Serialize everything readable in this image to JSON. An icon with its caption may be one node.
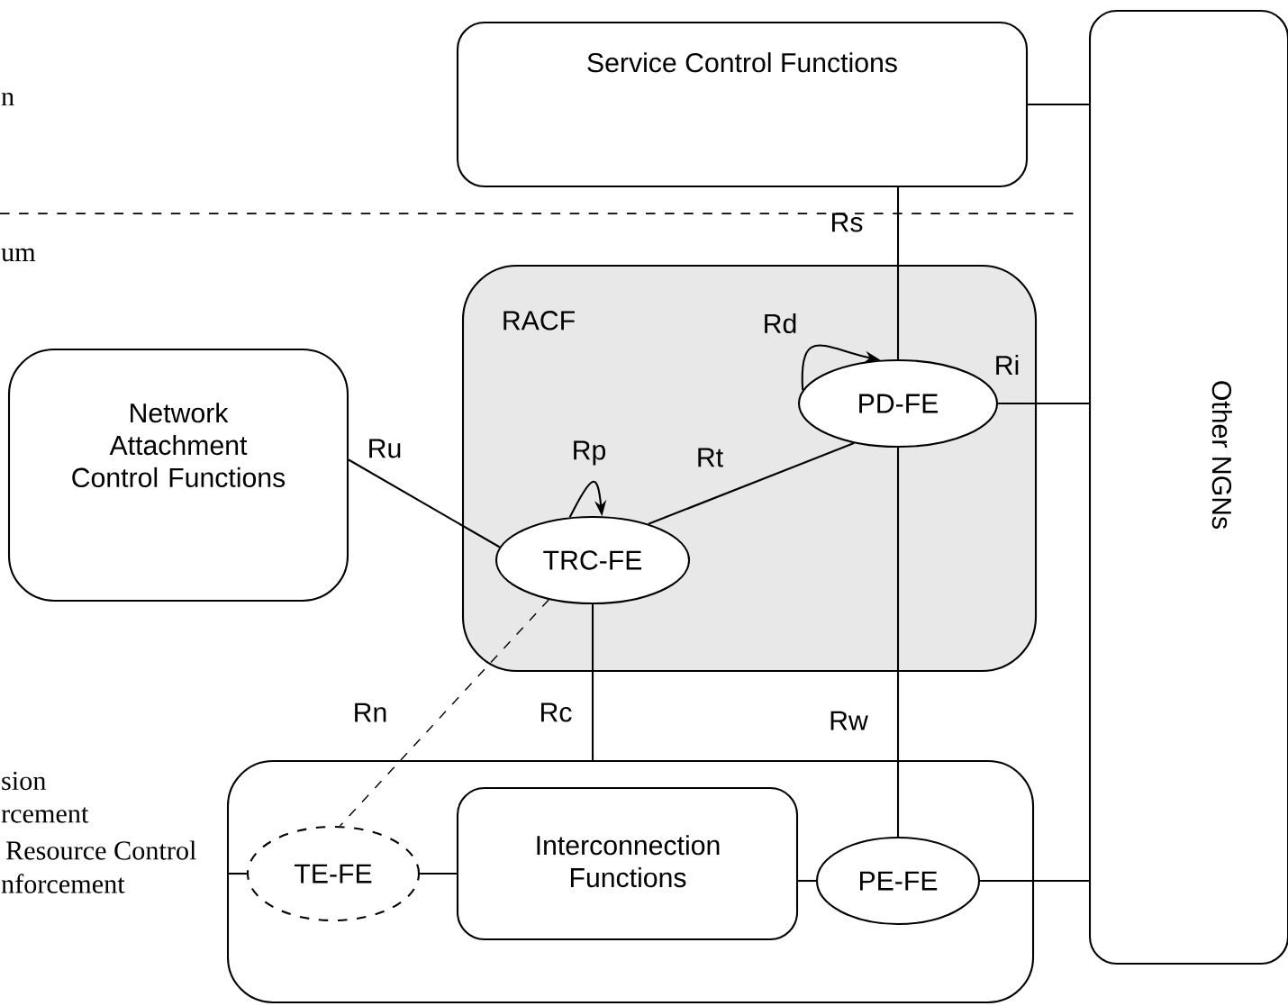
{
  "diagram": {
    "nodes": [
      {
        "text": [
          "Service Control Functions"
        ]
      },
      {
        "text": [
          "Other NGNs"
        ]
      },
      {
        "text": [
          "RACF"
        ]
      },
      {
        "text": [
          "PD-FE"
        ],
        "in": 2
      },
      {
        "text": [
          "TRC-FE"
        ],
        "in": 2
      },
      {
        "text": [
          "Network Attachment Control Functions"
        ]
      },
      {
        "text": [],
        "shape": "box"
      },
      {
        "text": [
          "TE-FE"
        ],
        "in": 6
      },
      {
        "text": [
          "Interconnection Functions"
        ],
        "in": 6
      },
      {
        "text": [
          "PE-FE"
        ],
        "in": 6
      }
    ],
    "edges": [
      {
        "from": 0,
        "to": 1,
        "arrow": "none"
      },
      {
        "from": 0,
        "to": 3,
        "arrow": "none",
        "label": "Rs"
      },
      {
        "from": 3,
        "to": 3,
        "arrow": "to",
        "label": "Rd"
      },
      {
        "from": 3,
        "to": 1,
        "arrow": "none",
        "label": "Ri"
      },
      {
        "from": 5,
        "to": 4,
        "arrow": "none",
        "label": "Ru"
      },
      {
        "from": 4,
        "to": 4,
        "arrow": "to",
        "label": "Rp"
      },
      {
        "from": 4,
        "to": 3,
        "arrow": "none",
        "label": "Rt"
      },
      {
        "from": 4,
        "to": 7,
        "arrow": "none",
        "label": "Rn",
        "style": "dashed"
      },
      {
        "from": 4,
        "to": 6,
        "arrow": "none",
        "label": "Rc"
      },
      {
        "from": 3,
        "to": 9,
        "arrow": "none",
        "label": "Rw"
      },
      {
        "from": 6,
        "to": 7,
        "arrow": "none"
      },
      {
        "from": 7,
        "to": 8,
        "arrow": "none"
      },
      {
        "from": 8,
        "to": 9,
        "arrow": "none"
      },
      {
        "from": 9,
        "to": 1,
        "arrow": "none"
      }
    ],
    "labels": [
      "n",
      "um",
      "sion",
      "rcement",
      "Resource Control",
      "nforcement"
    ]
  }
}
